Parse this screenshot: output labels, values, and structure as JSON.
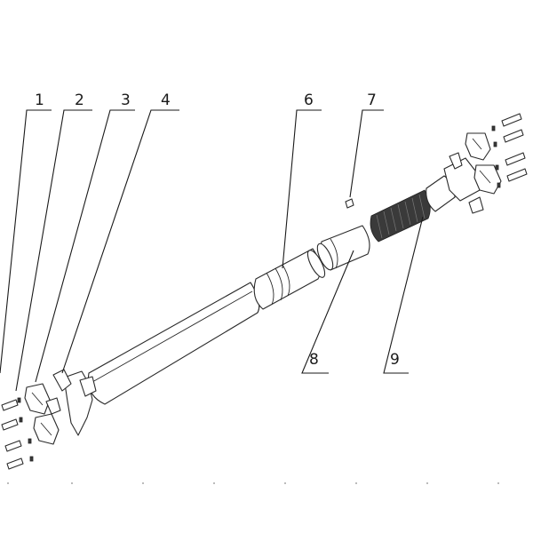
{
  "diagram": {
    "callouts": [
      {
        "id": "1",
        "label": "1"
      },
      {
        "id": "2",
        "label": "2"
      },
      {
        "id": "3",
        "label": "3"
      },
      {
        "id": "4",
        "label": "4"
      },
      {
        "id": "6",
        "label": "6"
      },
      {
        "id": "7",
        "label": "7"
      },
      {
        "id": "8",
        "label": "8"
      },
      {
        "id": "9",
        "label": "9"
      }
    ]
  }
}
